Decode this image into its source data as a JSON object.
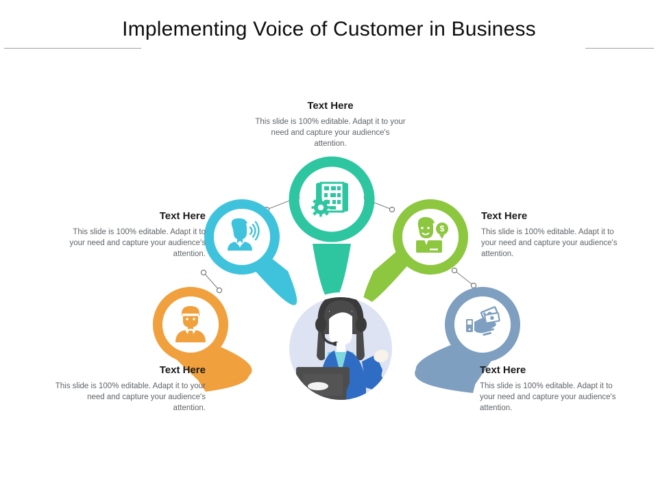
{
  "slide": {
    "title": "Implementing Voice of Customer in Business",
    "background_color": "#ffffff",
    "rule_color": "#9aa0a6"
  },
  "body_text": "This slide is 100% editable. Adapt it to your need and capture your audience's attention.",
  "callouts": [
    {
      "id": "top",
      "heading": "Text Here",
      "body": "This slide is 100% editable. Adapt it to your need and capture your audience's attention.",
      "align": "center",
      "node_color": "#2dc6a0",
      "icon": "blueprint-gear-icon"
    },
    {
      "id": "left-middle",
      "heading": "Text Here",
      "body": "This slide is 100% editable. Adapt it to your need and capture your audience's attention.",
      "align": "right",
      "node_color": "#3fc3dd",
      "icon": "speaking-person-icon"
    },
    {
      "id": "right-middle",
      "heading": "Text Here",
      "body": "This slide is 100% editable. Adapt it to your need and capture your audience's attention.",
      "align": "left",
      "node_color": "#8dc63f",
      "icon": "customer-dollar-icon"
    },
    {
      "id": "left-bottom",
      "heading": "Text Here",
      "body": "This slide is 100% editable. Adapt it to your need and capture your audience's attention.",
      "align": "right",
      "node_color": "#f0a03c",
      "icon": "businessman-icon"
    },
    {
      "id": "right-bottom",
      "heading": "Text Here",
      "body": "This slide is 100% editable. Adapt it to your need and capture your audience's attention.",
      "align": "left",
      "node_color": "#7e9fbf",
      "icon": "hand-cash-icon"
    }
  ],
  "center": {
    "icon": "call-center-agent-icon",
    "circle_color": "#dde3f2",
    "hair_color": "#4a4a4a",
    "suit_color": "#2f6cc4",
    "shirt_color": "#7fd8e0",
    "laptop_color": "#4d4d4d",
    "skin_color": "#ffffff"
  },
  "connectors": {
    "line_color": "#808080",
    "dot_fill": "#ffffff",
    "dot_stroke": "#6b6b6b",
    "count": 4
  }
}
